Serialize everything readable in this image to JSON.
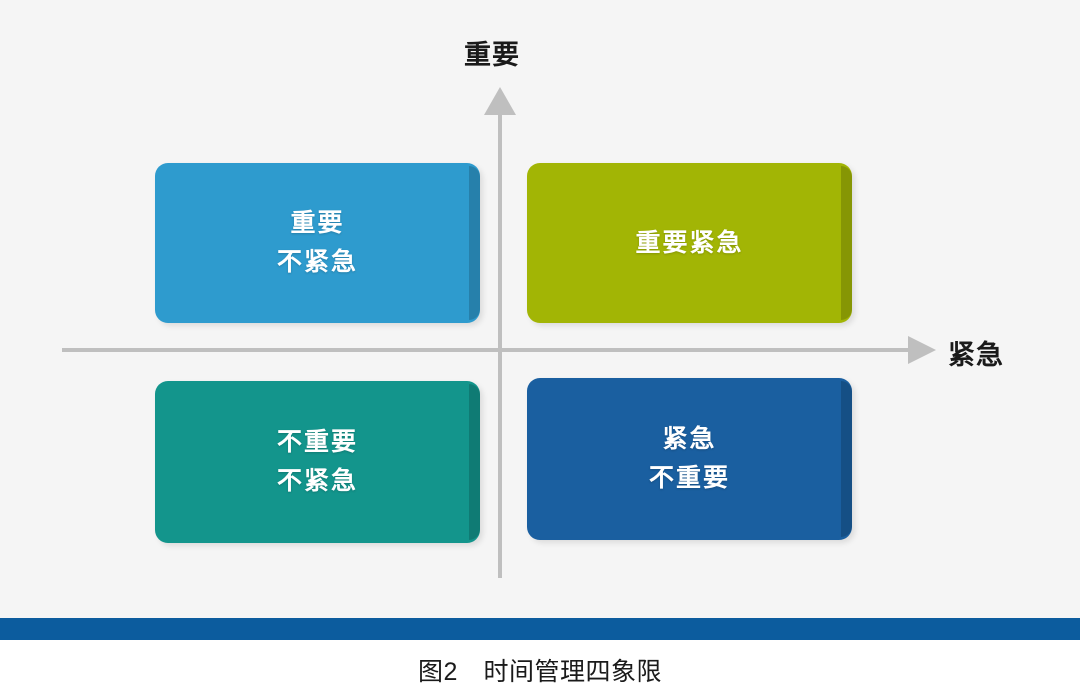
{
  "figure": {
    "caption": "图2　时间管理四象限",
    "background_color": "#f5f5f5",
    "divider_color": "#0c5c9e"
  },
  "axes": {
    "vertical": {
      "label": "重要",
      "arrow": "arrow-up-icon",
      "color": "#bfbfbf"
    },
    "horizontal": {
      "label": "紧急",
      "arrow": "arrow-right-icon",
      "color": "#bfbfbf"
    }
  },
  "chart_data": {
    "type": "matrix",
    "title": "图2　时间管理四象限",
    "xlabel": "紧急",
    "ylabel": "重要",
    "quadrants": [
      {
        "position": "top-left",
        "lines": [
          "重要",
          "不紧急"
        ],
        "color": "#2e9bce",
        "important": true,
        "urgent": false
      },
      {
        "position": "top-right",
        "lines": [
          "重要紧急"
        ],
        "color": "#a2b505",
        "important": true,
        "urgent": true
      },
      {
        "position": "bottom-left",
        "lines": [
          "不重要",
          "不紧急"
        ],
        "color": "#13958c",
        "important": false,
        "urgent": false
      },
      {
        "position": "bottom-right",
        "lines": [
          "紧急",
          "不重要"
        ],
        "color": "#1a5fa0",
        "important": false,
        "urgent": true
      }
    ]
  }
}
